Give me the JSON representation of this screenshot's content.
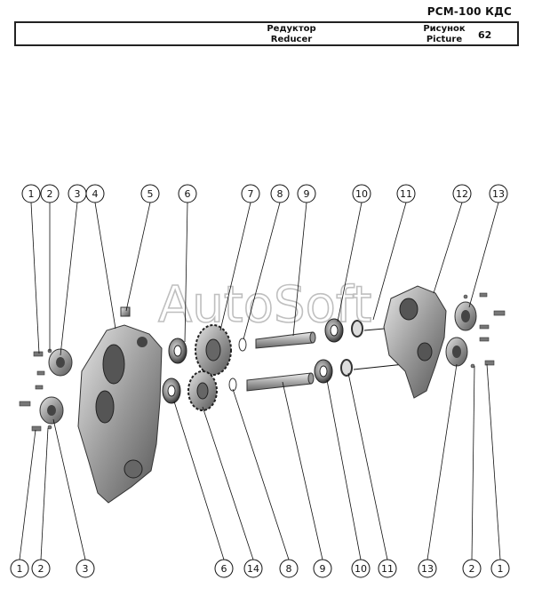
{
  "header": {
    "doc_code": "РСМ-100 КДС",
    "title_ru": "Редуктор",
    "title_en": "Reducer",
    "picture_ru": "Рисунок",
    "picture_en": "Picture",
    "picture_number": "62"
  },
  "watermark": "AutoSoft",
  "callouts_top": [
    "1",
    "2",
    "3",
    "4",
    "5",
    "6",
    "7",
    "8",
    "9",
    "10",
    "11",
    "12",
    "13"
  ],
  "callouts_bottom": [
    "1",
    "2",
    "3",
    "6",
    "14",
    "8",
    "9",
    "10",
    "11",
    "13",
    "2",
    "1"
  ]
}
